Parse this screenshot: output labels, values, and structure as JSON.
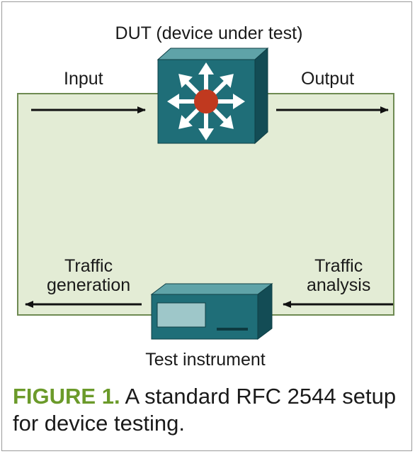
{
  "diagram": {
    "dut_label": "DUT (device under test)",
    "input_label": "Input",
    "output_label": "Output",
    "traffic_generation_label": [
      "Traffic",
      "generation"
    ],
    "traffic_analysis_label": [
      "Traffic",
      "analysis"
    ],
    "instrument_label": "Test instrument"
  },
  "caption": {
    "figure_label": "FIGURE 1.",
    "text": " A standard RFC 2544 setup for device testing."
  },
  "colors": {
    "loop_fill": "#e3ecd5",
    "device_teal": "#1f6e78",
    "center_dot": "#c0391f",
    "figure_label": "#6b9a2a"
  }
}
